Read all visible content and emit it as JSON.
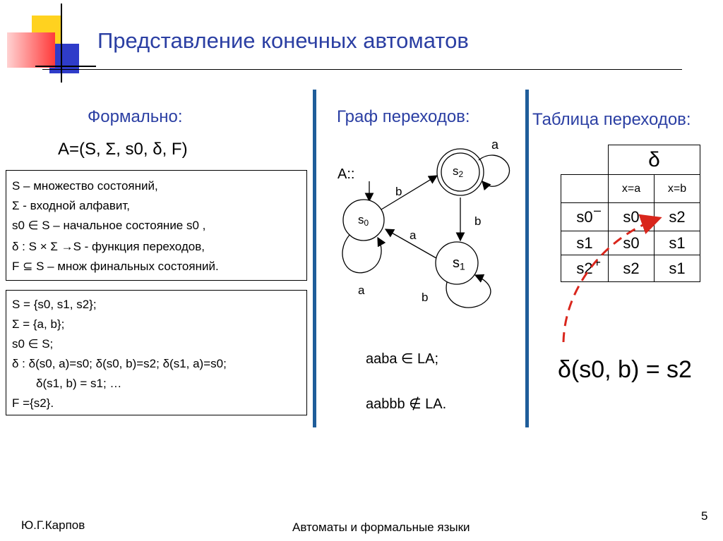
{
  "title": "Представление конечных автоматов",
  "formal": {
    "heading": "Формально:",
    "tuple": "A=(S, Σ, s0, δ, F)",
    "definitions": [
      "S        – множество состояний,",
      "Σ        - входной алфавит,",
      "s0 ∈ S  – начальное состояние s0 ,",
      "δ : S × Σ →S - функция переходов,",
      "F ⊆ S – множ финальных состояний."
    ],
    "example": [
      "S = {s0, s1, s2};",
      "Σ    = {a, b};",
      "s0 ∈ S;",
      "δ : δ(s0, a)=s0; δ(s0, b)=s2; δ(s1, a)=s0;",
      "δ(s1, b) = s1; …",
      "F ={s2}."
    ]
  },
  "graph": {
    "heading": "Граф переходов:",
    "automaton_label": "A::",
    "states": [
      "s0",
      "s1",
      "s2"
    ],
    "edge_labels": [
      "a",
      "b",
      "b",
      "a",
      "a",
      "b"
    ],
    "words": [
      "aaba ∈ LA;",
      "aabbb ∉ LA."
    ]
  },
  "table": {
    "heading": "Таблица переходов:",
    "delta": "δ",
    "columns": [
      "x=a",
      "x=b"
    ],
    "rows": [
      {
        "state": "s0",
        "mark": "–",
        "cells": [
          "s0",
          "s2"
        ]
      },
      {
        "state": "s1",
        "mark": "",
        "cells": [
          "s0",
          "s1"
        ]
      },
      {
        "state": "s2",
        "mark": "+",
        "cells": [
          "s2",
          "s1"
        ]
      }
    ],
    "example_formula": "δ(s0, b) = s2"
  },
  "footer": {
    "author": "Ю.Г.Карпов",
    "course": "Автоматы и формальные языки",
    "page": "5"
  },
  "colors": {
    "title": "#2b3fa3",
    "divider": "#1f5d9a",
    "arrow": "#d9261c"
  }
}
